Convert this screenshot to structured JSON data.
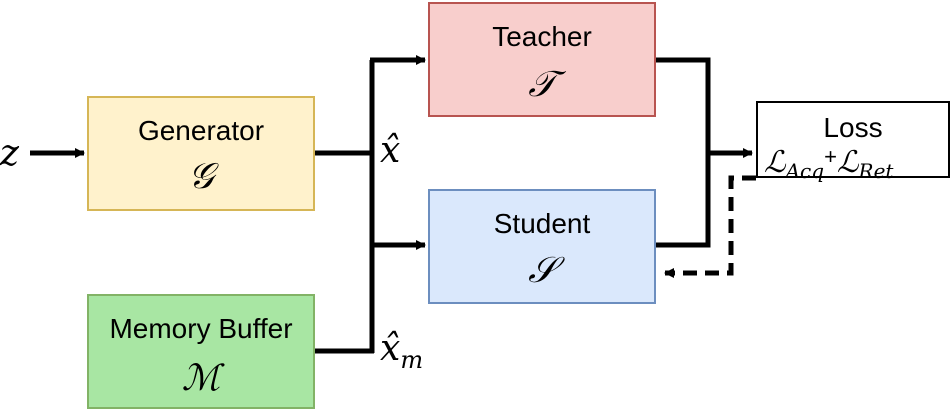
{
  "input_label": "z",
  "generator": {
    "title": "Generator",
    "symbol": "𝒢",
    "fill": "#fff2cc",
    "stroke": "#d6b656"
  },
  "memory": {
    "title": "Memory Buffer",
    "symbol": "ℳ",
    "fill": "#a8e6a3",
    "stroke": "#82b366"
  },
  "teacher": {
    "title": "Teacher",
    "symbol": "𝒯",
    "fill": "#f8cecc",
    "stroke": "#b85450"
  },
  "student": {
    "title": "Student",
    "symbol": "𝒮",
    "fill": "#dae8fc",
    "stroke": "#6c8ebf"
  },
  "loss": {
    "title": "Loss",
    "term1": "ℒ",
    "term1_sub": "Acq",
    "plus": "+",
    "term2": "ℒ",
    "term2_sub": "Ret",
    "fill": "#ffffff",
    "stroke": "#000000"
  },
  "labels": {
    "x_hat": "x̂",
    "x_hat_m": "x̂",
    "x_hat_m_sub": "m"
  }
}
